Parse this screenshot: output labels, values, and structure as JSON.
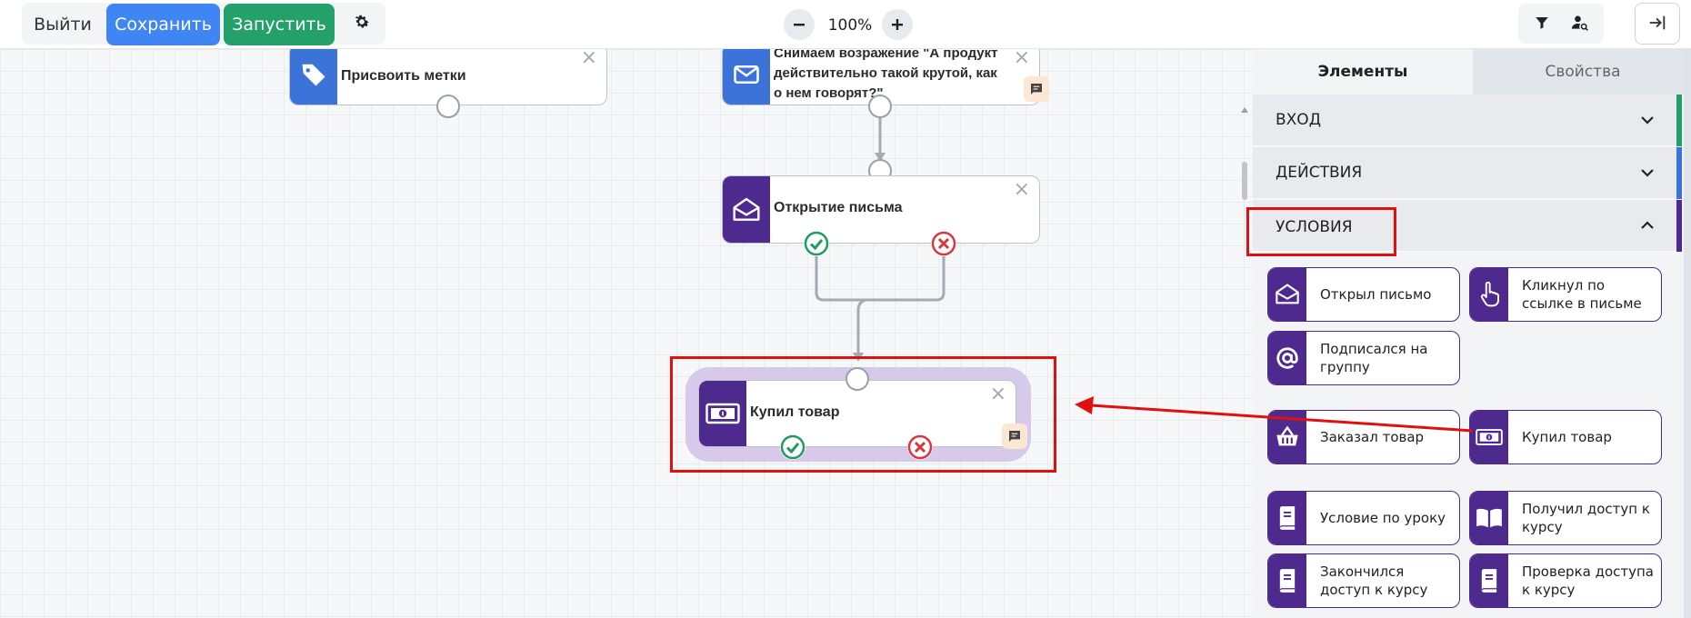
{
  "toolbar": {
    "exit_label": "Выйти",
    "save_label": "Сохранить",
    "run_label": "Запустить",
    "zoom": "100%",
    "colors": {
      "save": "#3f86f4",
      "run": "#24a06a"
    }
  },
  "canvas": {
    "nodes": {
      "tags": {
        "title": "Присвоить метки",
        "icon": "tag-icon"
      },
      "email": {
        "title": "Снимаем возражение \"А продукт действительно такой крутой, как о нем говорят?\"",
        "icon": "envelope-icon"
      },
      "opened": {
        "title": "Открытие письма",
        "icon": "envelope-open-icon"
      },
      "bought": {
        "title": "Купил товар",
        "icon": "banknote-icon"
      }
    },
    "close_symbol": "×",
    "colors": {
      "blue": "#3b73d9",
      "purple": "#4e2a8f",
      "highlight": "#e01010"
    }
  },
  "sidebar": {
    "tabs": [
      {
        "label": "Элементы",
        "active": true
      },
      {
        "label": "Свойства",
        "active": false
      }
    ],
    "sections": [
      {
        "label": "ВХОД",
        "expanded": false,
        "color": "#24a06a"
      },
      {
        "label": "ДЕЙСТВИЯ",
        "expanded": false,
        "color": "#3b73d9"
      },
      {
        "label": "УСЛОВИЯ",
        "expanded": true,
        "color": "#4e2a8f"
      }
    ],
    "conditions": [
      {
        "label": "Открыл письмо",
        "icon": "envelope-open-icon"
      },
      {
        "label": "Кликнул по ссылке в письме",
        "icon": "pointer-hand-icon"
      },
      {
        "label": "Подписался на группу",
        "icon": "at-icon"
      },
      {
        "label": "Заказал товар",
        "icon": "basket-icon"
      },
      {
        "label": "Купил товар",
        "icon": "banknote-icon"
      },
      {
        "label": "Условие по уроку",
        "icon": "book-icon"
      },
      {
        "label": "Получил доступ к курсу",
        "icon": "open-book-icon"
      },
      {
        "label": "Закончился доступ к курсу",
        "icon": "book-icon"
      },
      {
        "label": "Проверка доступа к курсу",
        "icon": "book-icon"
      }
    ]
  }
}
